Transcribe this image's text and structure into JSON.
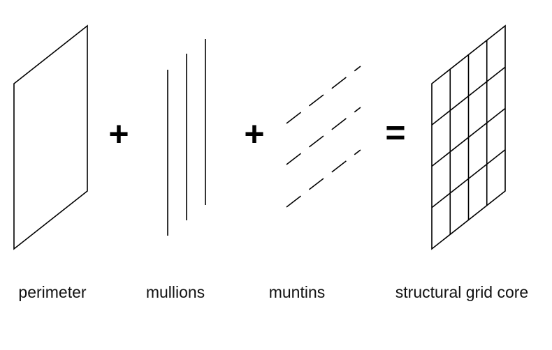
{
  "operators": {
    "plus_1": "+",
    "plus_2": "+",
    "equals": "="
  },
  "labels": {
    "perimeter": "perimeter",
    "mullions": "mullions",
    "muntins": "muntins",
    "result": "structural grid core"
  },
  "colors": {
    "stroke": "#000000",
    "text": "#111111",
    "background": "#ffffff"
  },
  "grid": {
    "columns": 4,
    "rows": 4
  }
}
